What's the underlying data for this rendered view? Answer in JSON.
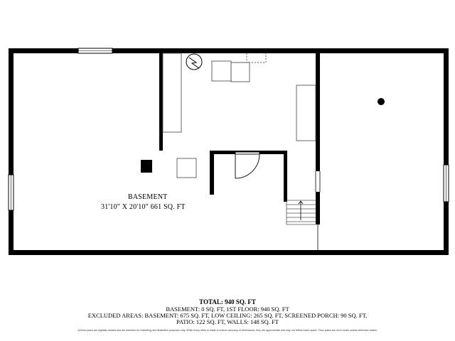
{
  "room": {
    "name": "BASEMENT",
    "dimensions": "31'10\" X 20'10\" 661 SQ. FT"
  },
  "footer": {
    "total": "TOTAL: 940 SQ. FT",
    "line2": "BASEMENT: 0 SQ. FT, 1ST FLOOR: 940 SQ. FT",
    "line3": "EXCLUDED AREAS: BASEMENT: 675 SQ. FT, LOW CEILING: 265 SQ. FT, SCREENED PORCH: 90 SQ. FT,",
    "line4": "PATIO: 122 SQ. FT, WALLS: 148 SQ. FT",
    "disclaimer": "All floor plans are digitally created and are intended for marketing and illustrative purposes only. While every effort is made to ensure accuracy of dimensions, they are approximate and may not reflect exact space. Floor plans are not to scale unless otherwise stated."
  },
  "colors": {
    "wall": "#000000",
    "background": "#ffffff",
    "fixture_line": "#555555"
  }
}
